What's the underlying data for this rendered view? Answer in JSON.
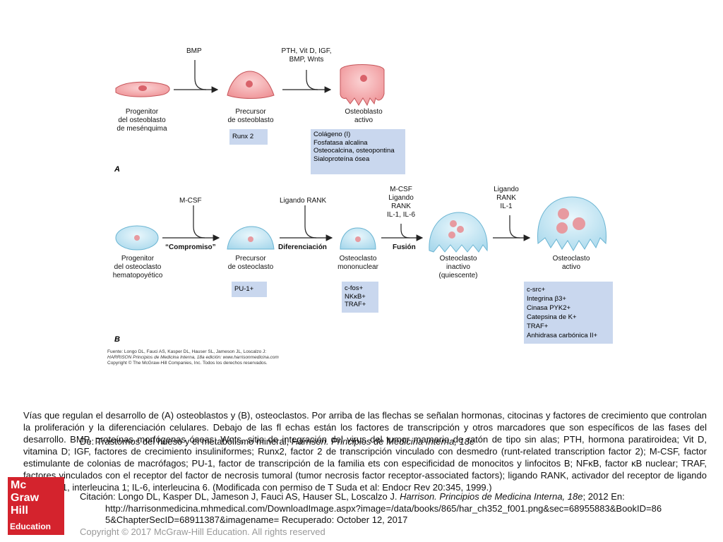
{
  "diagram": {
    "panel_a": {
      "letter": "A",
      "arrow1_label": "BMP",
      "arrow2_label_line1": "PTH, Vit D, IGF,",
      "arrow2_label_line2": "BMP, Wnts",
      "cell1": [
        "Progenitor",
        "del osteoblasto",
        "de mesénquima"
      ],
      "cell2": [
        "Precursor",
        "de osteoblasto"
      ],
      "cell3": [
        "Osteoblasto",
        "activo"
      ],
      "box1": [
        "Runx 2"
      ],
      "box2": [
        "Colágeno (I)",
        "Fosfatasa alcalina",
        "Osteocalcina, osteopontina",
        "Sialoproteína ósea"
      ]
    },
    "panel_b": {
      "letter": "B",
      "arrow1_top": "M-CSF",
      "arrow1_bottom": "“Compromiso”",
      "arrow2_top": "Ligando RANK",
      "arrow2_bottom": "Diferenciación",
      "arrow3_top": [
        "M-CSF",
        "Ligando",
        "RANK",
        "IL-1, IL-6"
      ],
      "arrow3_bottom": "Fusión",
      "arrow4_top": [
        "Ligando",
        "RANK",
        "IL-1"
      ],
      "cell1": [
        "Progenitor",
        "del osteoclasto",
        "hematopoyético"
      ],
      "cell2": [
        "Precursor",
        "de osteoclasto"
      ],
      "cell3": [
        "Osteoclasto",
        "mononuclear"
      ],
      "cell4": [
        "Osteoclasto",
        "inactivo",
        "(quiescente)"
      ],
      "cell5": [
        "Osteoclasto",
        "activo"
      ],
      "box1": [
        "PU-1+"
      ],
      "box2": [
        "c-fos+",
        "NKκB+",
        "TRAF+"
      ],
      "box3": [
        "c-src+",
        "Integrina β3+",
        "Cinasa PYK2+",
        "Catepsina de K+",
        "TRAF+",
        "Anhidrasa carbónica II+"
      ]
    },
    "source": [
      "Fuente: Longo DL, Fauci AS, Kasper DL, Hauser SL, Jameson JL, Loscalzo J:",
      "HARRISON Principios de Medicina Interna, 18a edición: www.harrisonmedicina.com",
      "Copyright © The McGraw-Hill Companies, Inc. Todos los derechos reservados."
    ]
  },
  "caption": "Vías que regulan el desarrollo de (A) osteoblastos y (B), osteoclastos. Por arriba de las flechas se señalan hormonas, citocinas y factores de crecimiento que controlan la proliferación y la diferenciación celulares. Debajo de las fl echas están los factores de transcripción y otros marcadores que son específicos de las fases del desarrollo. BMP, proteínas morfógenas óseas; Wnts, sitio de integración del virus del tumor mamario de ratón de tipo sin alas; PTH, hormona paratiroidea; Vit D, vitamina D; IGF, factores de crecimiento insuliniformes; Runx2, factor 2 de transcripción vinculado con desmedro (runt-related transcription factor 2); M-CSF, factor estimulante de colonias de macrófagos; PU-1, factor de transcripción de la familia ets con especificidad de monocitos y linfocitos B; NFκB, factor κB nuclear; TRAF, factores vinculados con el receptor del factor de necrosis tumoral (tumor necrosis factor receptor-associated factors); ligando RANK, activador del receptor de ligando NFκB; IL-1, interleucina 1; IL-6, interleucina 6. (Modificada con permiso de T Suda et al: Endocr Rev 20:345, 1999.)",
  "overlay": {
    "line1_prefix": "De: Trastornos del hueso y el metabolismo mineral, ",
    "line1_italic": "Harrison. Principios de Medicina Interna, 18e",
    "line2_prefix": "Citación: Longo DL, Kasper DL, Jameson J, Fauci AS, Hauser SL, Loscalzo J. ",
    "line2_italic": "Harrison. Principios de Medicina Interna, 18e",
    "line2_suffix": "; 2012 En:",
    "line3": "http://harrisonmedicina.mhmedical.com/DownloadImage.aspx?image=/data/books/865/har_ch352_f001.png&sec=68955883&BookID=86",
    "line4": "5&ChapterSecID=68911387&imagename= Recuperado: October 12, 2017"
  },
  "footer": {
    "copyright": "Copyright © 2017 McGraw-Hill Education. All rights reserved"
  },
  "logo": {
    "line1": "Mc",
    "line2": "Graw",
    "line3": "Hill",
    "line4": "Education"
  },
  "colors": {
    "osteoblast_fill": "#f2a7aa",
    "osteoclast_fill": "#c5e6f3",
    "box_fill": "#c9d7ee",
    "logo_red": "#d4232d"
  }
}
